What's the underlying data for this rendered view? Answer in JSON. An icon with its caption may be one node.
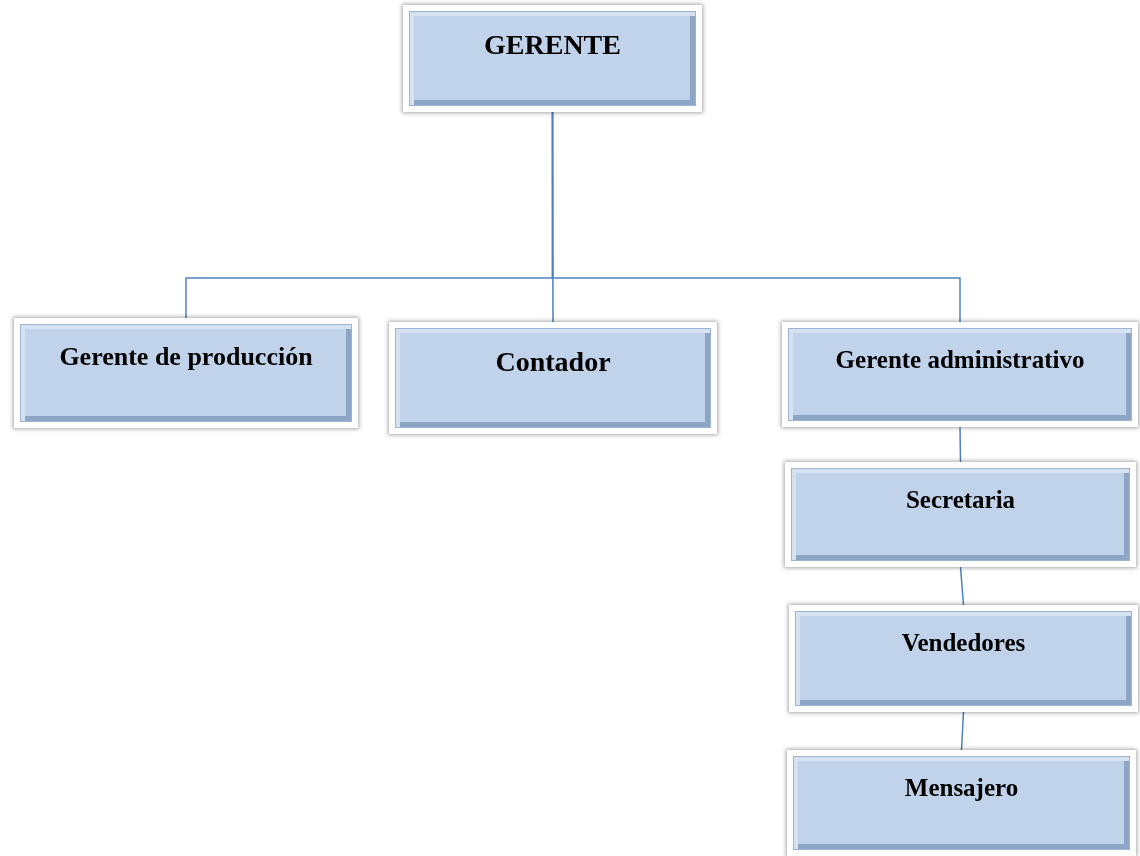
{
  "diagram": {
    "nodes": [
      {
        "text": [
          "GERENTE"
        ]
      },
      {
        "text": [
          "Gerente de producción"
        ]
      },
      {
        "text": [
          "Contador"
        ]
      },
      {
        "text": [
          "Gerente administrativo"
        ]
      },
      {
        "text": [
          "Secretaria"
        ]
      },
      {
        "text": [
          "Vendedores"
        ]
      },
      {
        "text": [
          "Mensajero"
        ]
      }
    ],
    "edges": [
      {
        "from": 0,
        "to": 1,
        "arrow": "none"
      },
      {
        "from": 0,
        "to": 2,
        "arrow": "none"
      },
      {
        "from": 0,
        "to": 3,
        "arrow": "none"
      },
      {
        "from": 3,
        "to": 4,
        "arrow": "none"
      },
      {
        "from": 4,
        "to": 5,
        "arrow": "none"
      },
      {
        "from": 5,
        "to": 6,
        "arrow": "none"
      }
    ]
  }
}
